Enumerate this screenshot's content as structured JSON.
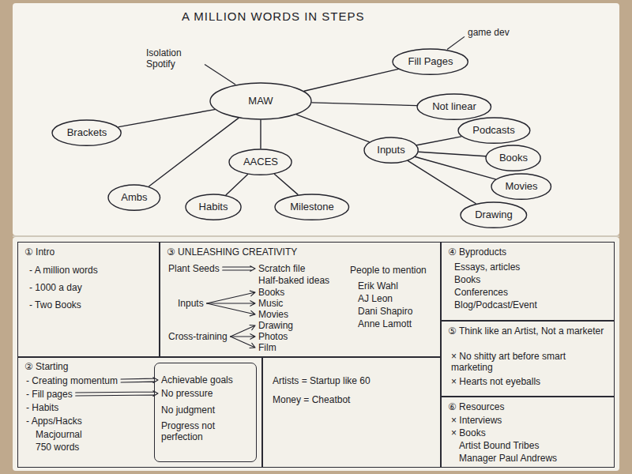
{
  "diagram": {
    "title": "A MILLION WORDS IN STEPS",
    "nodes": [
      {
        "text": [
          "MAW"
        ]
      },
      {
        "text": [
          "Brackets"
        ]
      },
      {
        "text": [
          "Ambs"
        ]
      },
      {
        "text": [
          "AACES"
        ]
      },
      {
        "text": [
          "Habits"
        ]
      },
      {
        "text": [
          "Milestone"
        ]
      },
      {
        "text": [
          "Fill Pages"
        ]
      },
      {
        "text": [
          "Not linear"
        ]
      },
      {
        "text": [
          "Inputs"
        ]
      },
      {
        "text": [
          "Podcasts"
        ]
      },
      {
        "text": [
          "Books"
        ]
      },
      {
        "text": [
          "Movies"
        ]
      },
      {
        "text": [
          "Drawing"
        ]
      },
      {
        "text": [
          "① Intro",
          "- A million words",
          "- 1000 a day",
          "- Two Books"
        ]
      },
      {
        "text": [
          "② Starting",
          "- Creating momentum",
          "- Fill pages",
          "- Habits",
          "- Apps/Hacks",
          "Macjournal",
          "750 words"
        ]
      },
      {
        "text": [
          "Achievable goals",
          "No pressure",
          "No judgment",
          "Progress not perfection"
        ],
        "in": 14
      },
      {
        "text": [
          "③ UNLEASHING CREATIVITY",
          "Plant Seeds",
          "Scratch file",
          "Half-baked ideas",
          "Inputs",
          "Books",
          "Music",
          "Movies",
          "Cross-training",
          "Drawing",
          "Photos",
          "Film",
          "People to mention",
          "Erik Wahl",
          "AJ Leon",
          "Dani Shapiro",
          "Anne Lamott"
        ]
      },
      {
        "text": [
          "Artists = Startup like 60",
          "Money = Cheatbot"
        ]
      },
      {
        "text": [
          "④ Byproducts",
          "Essays, articles",
          "Books",
          "Conferences",
          "Blog/Podcast/Event"
        ]
      },
      {
        "text": [
          "⑤ Think like an Artist, Not a marketer",
          "× No shitty art before smart marketing",
          "× Hearts not eyeballs"
        ]
      },
      {
        "text": [
          "⑥ Resources",
          "× Interviews",
          "× Books",
          "Artist Bound Tribes",
          "Manager Paul Andrews"
        ]
      }
    ],
    "edges": [
      {
        "from": 0,
        "to": 1,
        "arrow": "none"
      },
      {
        "from": 0,
        "to": 2,
        "arrow": "none"
      },
      {
        "from": 0,
        "to": 3,
        "arrow": "none"
      },
      {
        "from": 3,
        "to": 4,
        "arrow": "none"
      },
      {
        "from": 3,
        "to": 5,
        "arrow": "none"
      },
      {
        "from": 0,
        "to": 6,
        "arrow": "none"
      },
      {
        "from": 0,
        "to": 7,
        "arrow": "none"
      },
      {
        "from": 0,
        "to": 8,
        "arrow": "none"
      },
      {
        "from": 8,
        "to": 9,
        "arrow": "none"
      },
      {
        "from": 8,
        "to": 10,
        "arrow": "none"
      },
      {
        "from": 8,
        "to": 11,
        "arrow": "none"
      },
      {
        "from": 8,
        "to": 12,
        "arrow": "none"
      }
    ],
    "labels": [
      "Isolation Spotify",
      "game dev"
    ]
  }
}
